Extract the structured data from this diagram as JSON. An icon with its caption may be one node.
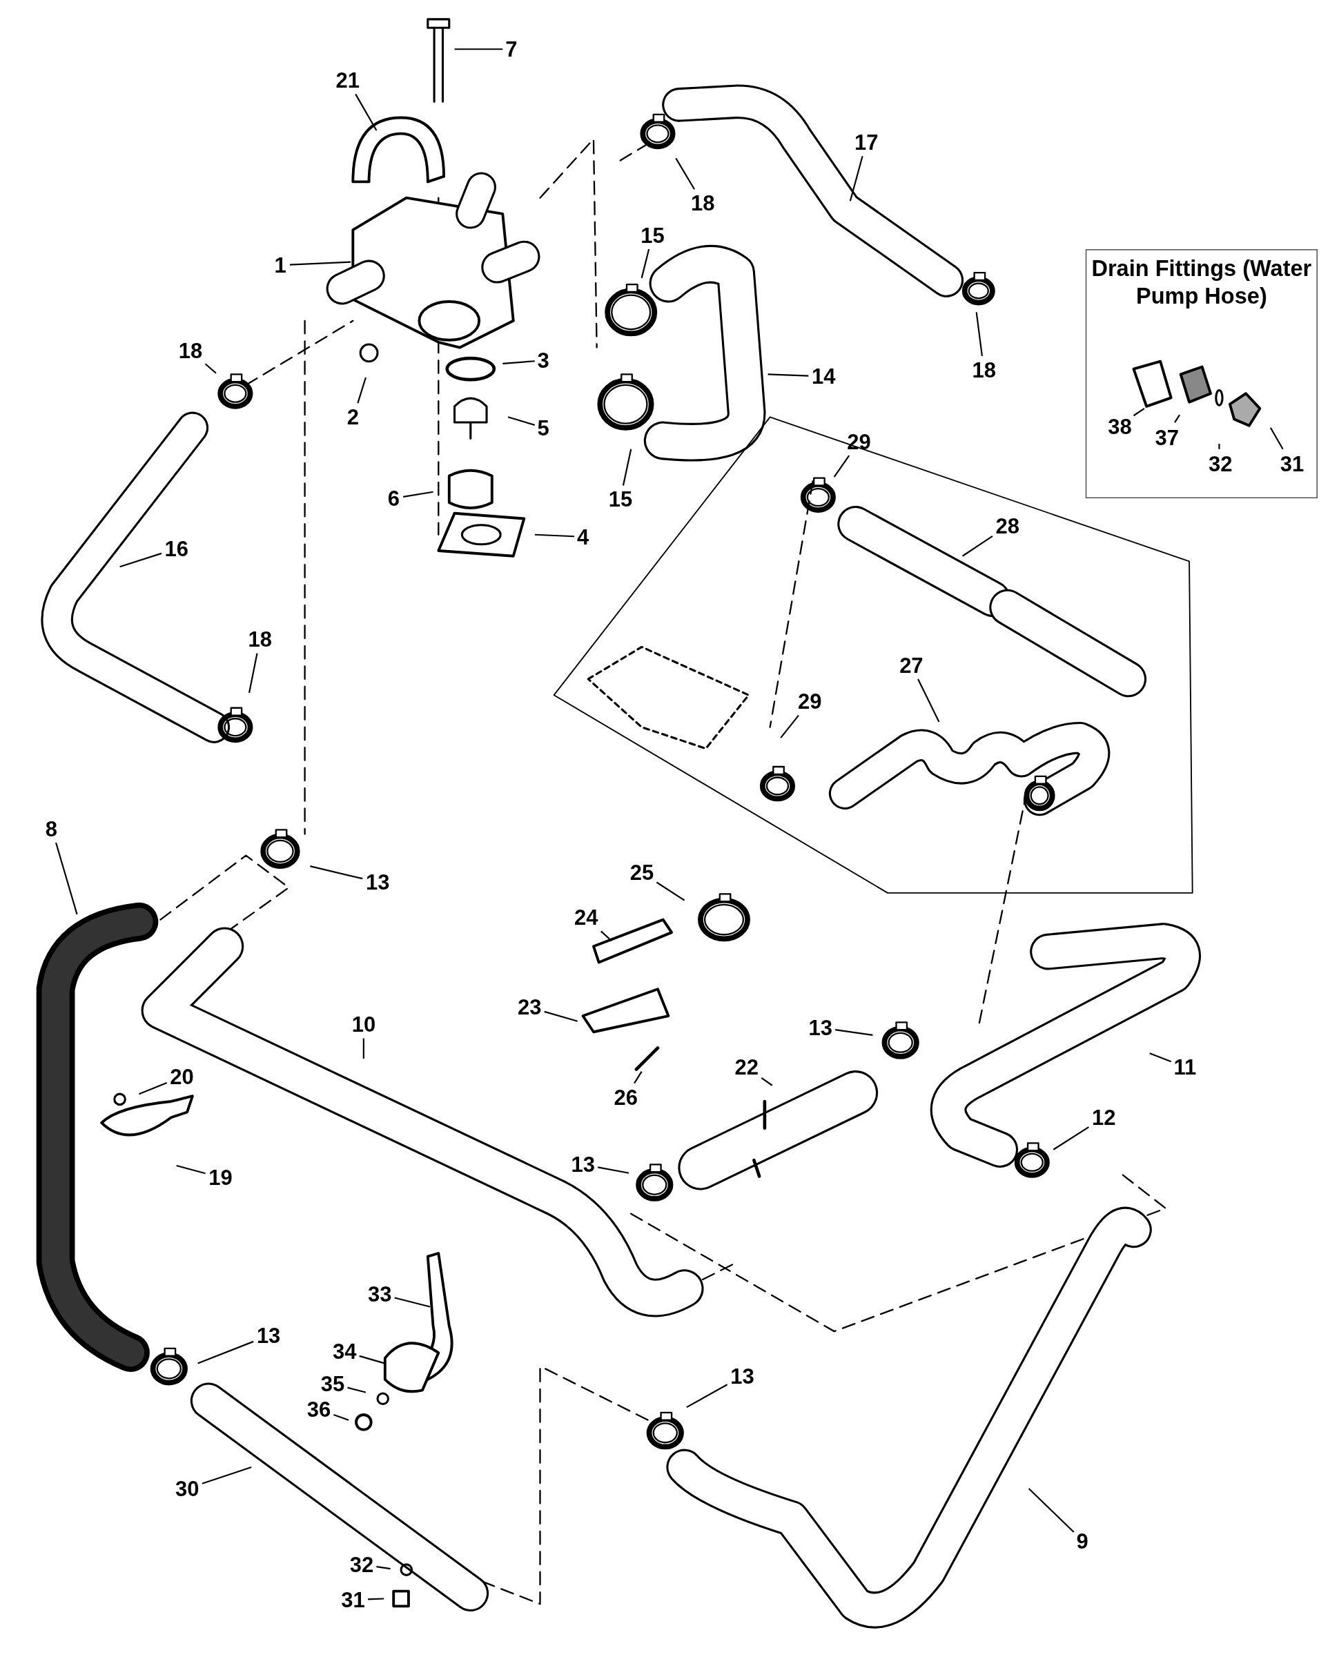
{
  "diagram": {
    "nodes": [
      {
        "text": [
          "7"
        ]
      },
      {
        "text": [
          "21"
        ]
      },
      {
        "text": [
          "18"
        ]
      },
      {
        "text": [
          "17"
        ]
      },
      {
        "text": [
          "1"
        ]
      },
      {
        "text": [
          "15"
        ]
      },
      {
        "text": [
          "Drain Fittings (Water Pump Hose)"
        ]
      },
      {
        "text": [
          "38"
        ],
        "in": 6
      },
      {
        "text": [
          "37"
        ],
        "in": 6
      },
      {
        "text": [
          "32"
        ],
        "in": 6
      },
      {
        "text": [
          "31"
        ],
        "in": 6
      },
      {
        "text": [
          "14"
        ]
      },
      {
        "text": [
          "18"
        ]
      },
      {
        "text": [
          "18"
        ]
      },
      {
        "text": [
          "3"
        ]
      },
      {
        "text": [
          "2"
        ]
      },
      {
        "text": [
          "5"
        ]
      },
      {
        "text": [
          "6"
        ]
      },
      {
        "text": [
          "15"
        ]
      },
      {
        "text": [
          "4"
        ]
      },
      {
        "text": [
          "29"
        ]
      },
      {
        "text": [
          "16"
        ]
      },
      {
        "text": [
          "28"
        ]
      },
      {
        "text": [
          "18"
        ]
      },
      {
        "text": [
          "27"
        ]
      },
      {
        "text": [
          "29"
        ]
      },
      {
        "text": [
          "8"
        ]
      },
      {
        "text": [
          "13"
        ]
      },
      {
        "text": [
          "25"
        ]
      },
      {
        "text": [
          "24"
        ]
      },
      {
        "text": [
          "23"
        ]
      },
      {
        "text": [
          "10"
        ]
      },
      {
        "text": [
          "13"
        ]
      },
      {
        "text": [
          "11"
        ]
      },
      {
        "text": [
          "22"
        ]
      },
      {
        "text": [
          "26"
        ]
      },
      {
        "text": [
          "20"
        ]
      },
      {
        "text": [
          "12"
        ]
      },
      {
        "text": [
          "13"
        ]
      },
      {
        "text": [
          "19"
        ]
      },
      {
        "text": [
          "33"
        ]
      },
      {
        "text": [
          "13"
        ]
      },
      {
        "text": [
          "34"
        ]
      },
      {
        "text": [
          "35"
        ]
      },
      {
        "text": [
          "13"
        ]
      },
      {
        "text": [
          "36"
        ]
      },
      {
        "text": [
          "30"
        ]
      },
      {
        "text": [
          "9"
        ]
      },
      {
        "text": [
          "32"
        ]
      },
      {
        "text": [
          "31"
        ]
      }
    ],
    "edges": [
      {
        "from": 0,
        "to": null,
        "arrow": "none"
      },
      {
        "from": 1,
        "to": null,
        "arrow": "none"
      },
      {
        "from": 2,
        "to": null,
        "arrow": "none"
      },
      {
        "from": 3,
        "to": null,
        "arrow": "none"
      },
      {
        "from": 4,
        "to": null,
        "arrow": "none"
      },
      {
        "from": 5,
        "to": null,
        "arrow": "none"
      },
      {
        "from": 7,
        "to": null,
        "arrow": "none"
      },
      {
        "from": 8,
        "to": null,
        "arrow": "none"
      },
      {
        "from": 9,
        "to": null,
        "arrow": "none"
      },
      {
        "from": 10,
        "to": null,
        "arrow": "none"
      },
      {
        "from": 11,
        "to": null,
        "arrow": "none"
      },
      {
        "from": 12,
        "to": null,
        "arrow": "none"
      },
      {
        "from": 13,
        "to": null,
        "arrow": "none"
      },
      {
        "from": 14,
        "to": null,
        "arrow": "none"
      },
      {
        "from": 15,
        "to": null,
        "arrow": "none"
      },
      {
        "from": 16,
        "to": null,
        "arrow": "none"
      },
      {
        "from": 17,
        "to": null,
        "arrow": "none"
      },
      {
        "from": 18,
        "to": null,
        "arrow": "none"
      },
      {
        "from": 19,
        "to": null,
        "arrow": "none"
      },
      {
        "from": 20,
        "to": null,
        "arrow": "none"
      },
      {
        "from": 21,
        "to": null,
        "arrow": "none"
      },
      {
        "from": 22,
        "to": null,
        "arrow": "none"
      },
      {
        "from": 23,
        "to": null,
        "arrow": "none"
      },
      {
        "from": 24,
        "to": null,
        "arrow": "none"
      },
      {
        "from": 25,
        "to": null,
        "arrow": "none"
      },
      {
        "from": 26,
        "to": null,
        "arrow": "none"
      },
      {
        "from": 27,
        "to": null,
        "arrow": "none"
      },
      {
        "from": 28,
        "to": null,
        "arrow": "none"
      },
      {
        "from": 29,
        "to": null,
        "arrow": "none"
      },
      {
        "from": 30,
        "to": null,
        "arrow": "none"
      },
      {
        "from": 31,
        "to": null,
        "arrow": "none"
      },
      {
        "from": 32,
        "to": null,
        "arrow": "none"
      },
      {
        "from": 33,
        "to": null,
        "arrow": "none"
      },
      {
        "from": 34,
        "to": null,
        "arrow": "none"
      },
      {
        "from": 35,
        "to": null,
        "arrow": "none"
      },
      {
        "from": 36,
        "to": null,
        "arrow": "none"
      },
      {
        "from": 37,
        "to": null,
        "arrow": "none"
      },
      {
        "from": 38,
        "to": null,
        "arrow": "none"
      },
      {
        "from": 39,
        "to": null,
        "arrow": "none"
      },
      {
        "from": 40,
        "to": null,
        "arrow": "none"
      },
      {
        "from": 41,
        "to": null,
        "arrow": "none"
      },
      {
        "from": 42,
        "to": null,
        "arrow": "none"
      },
      {
        "from": 43,
        "to": null,
        "arrow": "none"
      },
      {
        "from": 44,
        "to": null,
        "arrow": "none"
      },
      {
        "from": 45,
        "to": null,
        "arrow": "none"
      },
      {
        "from": 46,
        "to": null,
        "arrow": "none"
      },
      {
        "from": 47,
        "to": null,
        "arrow": "none"
      },
      {
        "from": 48,
        "to": null,
        "arrow": "none"
      },
      {
        "from": 49,
        "to": null,
        "arrow": "none"
      }
    ]
  }
}
